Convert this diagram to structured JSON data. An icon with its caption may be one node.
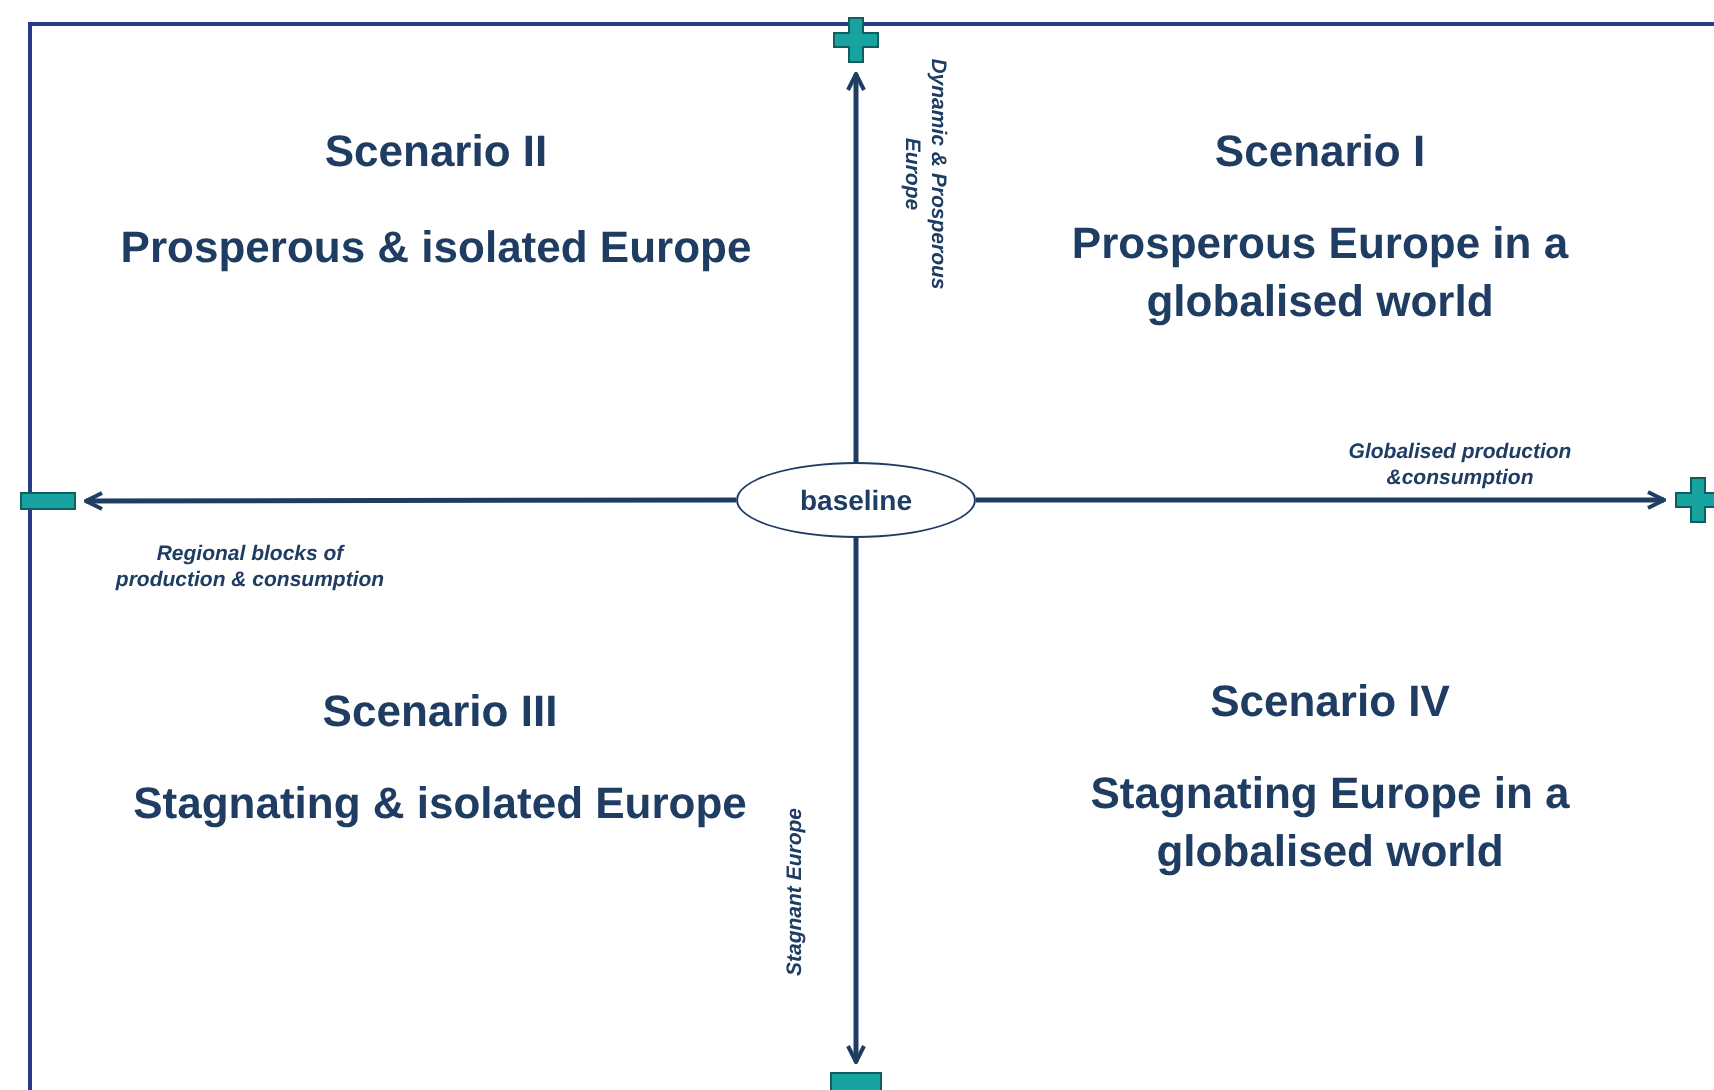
{
  "diagram": {
    "nodes": [
      {
        "text": [
          "baseline"
        ]
      },
      {
        "text": [],
        "shape": "cross"
      },
      {
        "text": [],
        "shape": "cross"
      },
      {
        "text": [],
        "shape": "bar"
      },
      {
        "text": [],
        "shape": "bar"
      }
    ],
    "edges": [
      {
        "from": 0,
        "to": 1,
        "arrow": "to",
        "label": "Dynamic & Prosperous Europe"
      },
      {
        "from": 0,
        "to": 2,
        "arrow": "to",
        "label": "Globalised production &consumption"
      },
      {
        "from": 0,
        "to": 3,
        "arrow": "to",
        "label": "Regional blocks of production & consumption"
      },
      {
        "from": 0,
        "to": 4,
        "arrow": "to",
        "label": "Stagnant Europe"
      }
    ],
    "labels": [
      "Scenario II",
      "Prosperous & isolated Europe",
      "Scenario I",
      "Prosperous Europe in a globalised world",
      "Scenario III",
      "Stagnating & isolated Europe",
      "Scenario IV",
      "Stagnating Europe in a globalised world"
    ]
  }
}
